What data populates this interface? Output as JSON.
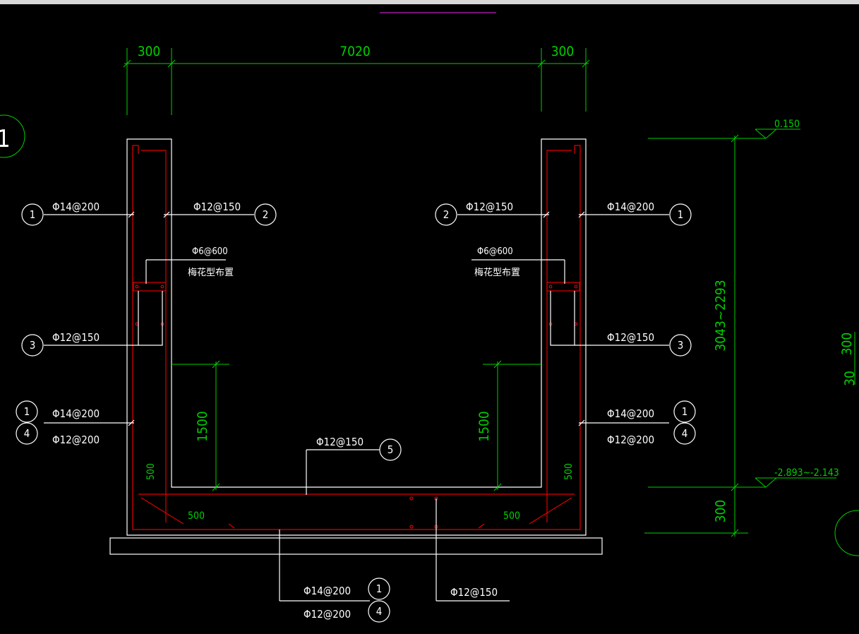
{
  "colors": {
    "background": "#000000",
    "outline": "#ffffff",
    "rebar": "#e00000",
    "dimension": "#00d000"
  },
  "dimensions": {
    "left_wall": "300",
    "clear_span": "7020",
    "right_wall": "300",
    "wall_height": "3043~2293",
    "slab_thickness": "300",
    "haunch_left_v": "500",
    "haunch_right_v": "500",
    "haunch_left_h": "500",
    "haunch_right_h": "500",
    "inner_left": "1500",
    "inner_right": "1500",
    "far_right_1": "300",
    "far_right_2": "30"
  },
  "elevations": {
    "top": "0.150",
    "bottom": "-2.893~-2.143"
  },
  "section_mark": "1",
  "rebar_labels": {
    "left_outer_top": "Φ14@200",
    "left_inner_top": "Φ12@150",
    "left_tie": "Φ6@600",
    "left_tie_note": "梅花型布置",
    "left_stirrup": "Φ12@150",
    "left_outer_bottom_a": "Φ14@200",
    "left_outer_bottom_b": "Φ12@200",
    "right_inner_top": "Φ12@150",
    "right_outer_top": "Φ14@200",
    "right_tie": "Φ6@600",
    "right_tie_note": "梅花型布置",
    "right_stirrup": "Φ12@150",
    "right_outer_bottom_a": "Φ14@200",
    "right_outer_bottom_b": "Φ12@200",
    "slab_top": "Φ12@150",
    "slab_bottom_a": "Φ14@200",
    "slab_bottom_b": "Φ12@200",
    "slab_dist": "Φ12@150"
  },
  "markers": {
    "l1": "1",
    "l2": "2",
    "l3": "3",
    "l4a": "1",
    "l4b": "4",
    "r2": "2",
    "r1": "1",
    "r3": "3",
    "r4a": "1",
    "r4b": "4",
    "s5": "5",
    "b1": "1",
    "b4": "4"
  }
}
